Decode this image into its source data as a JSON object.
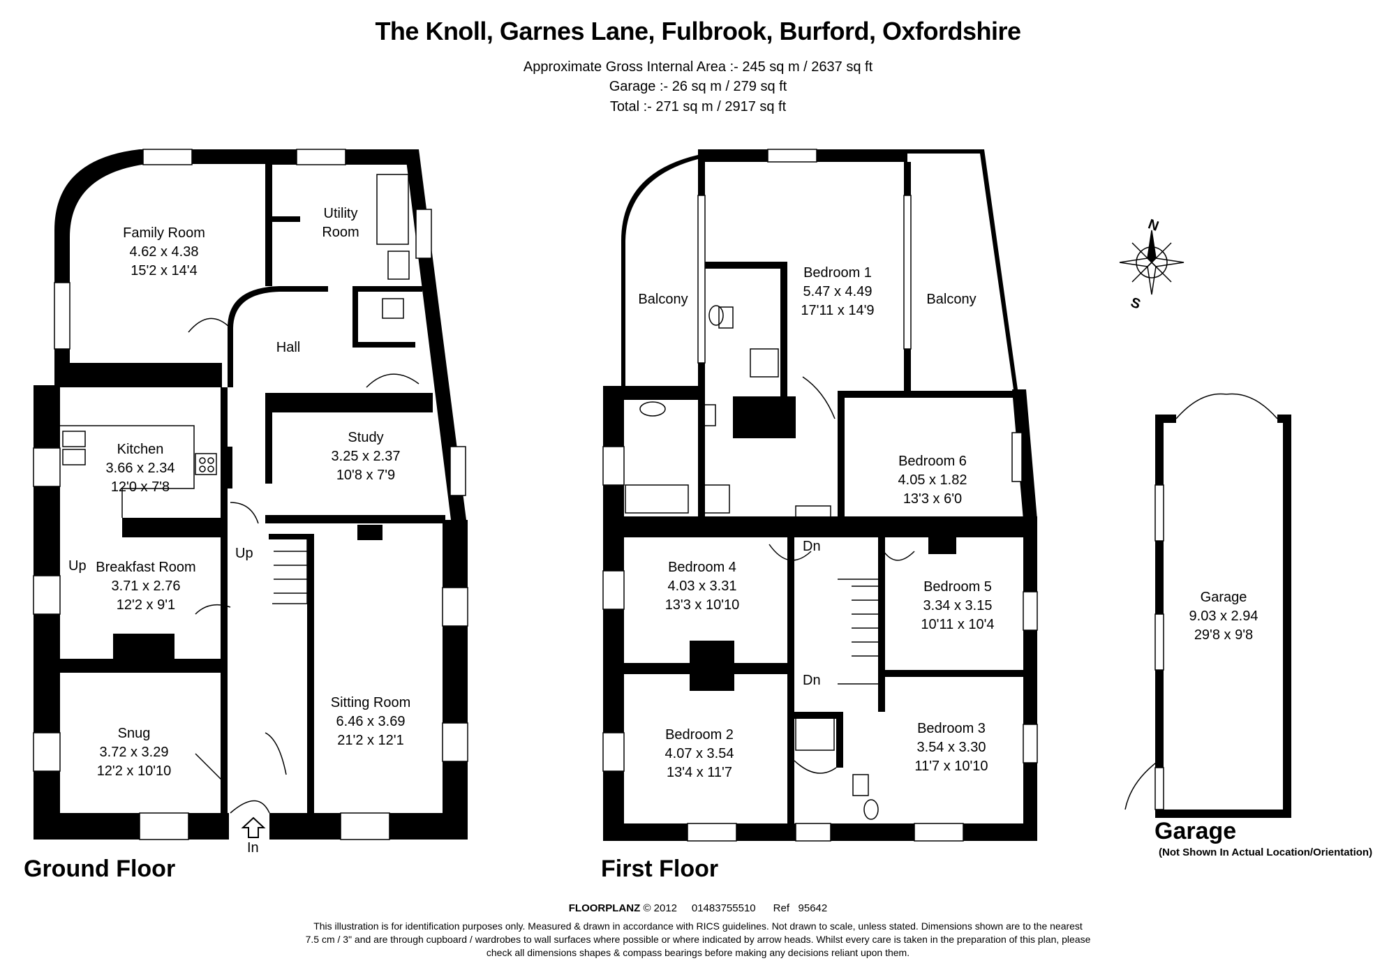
{
  "title": "The Knoll, Garnes Lane, Fulbrook, Burford, Oxfordshire",
  "area": {
    "line1": "Approximate Gross Internal Area  :-  245 sq m /  2637 sq ft",
    "line2": "Garage :- 26 sq m /  279 sq ft",
    "line3": "Total :- 271 sq m /  2917 sq ft"
  },
  "floors": {
    "ground": "Ground Floor",
    "first": "First Floor",
    "garage": "Garage",
    "garage_note": "(Not Shown In Actual Location/Orientation)"
  },
  "rooms": {
    "family": {
      "name": "Family Room",
      "metric": "4.62 x 4.38",
      "imperial": "15'2 x 14'4"
    },
    "utility": {
      "name": "Utility",
      "name2": "Room"
    },
    "hall": {
      "name": "Hall"
    },
    "kitchen": {
      "name": "Kitchen",
      "metric": "3.66 x 2.34",
      "imperial": "12'0 x 7'8"
    },
    "study": {
      "name": "Study",
      "metric": "3.25 x 2.37",
      "imperial": "10'8 x 7'9"
    },
    "breakfast": {
      "name": "Breakfast Room",
      "metric": "3.71 x 2.76",
      "imperial": "12'2 x 9'1"
    },
    "snug": {
      "name": "Snug",
      "metric": "3.72 x 3.29",
      "imperial": "12'2 x 10'10"
    },
    "sitting": {
      "name": "Sitting Room",
      "metric": "6.46 x 3.69",
      "imperial": "21'2 x 12'1"
    },
    "bed1": {
      "name": "Bedroom 1",
      "metric": "5.47 x 4.49",
      "imperial": "17'11 x 14'9"
    },
    "balcony_l": {
      "name": "Balcony"
    },
    "balcony_r": {
      "name": "Balcony"
    },
    "bed6": {
      "name": "Bedroom 6",
      "metric": "4.05 x 1.82",
      "imperial": "13'3 x 6'0"
    },
    "bed4": {
      "name": "Bedroom 4",
      "metric": "4.03 x 3.31",
      "imperial": "13'3 x 10'10"
    },
    "bed5": {
      "name": "Bedroom 5",
      "metric": "3.34 x 3.15",
      "imperial": "10'11 x 10'4"
    },
    "bed2": {
      "name": "Bedroom 2",
      "metric": "4.07 x 3.54",
      "imperial": "13'4 x 11'7"
    },
    "bed3": {
      "name": "Bedroom 3",
      "metric": "3.54 x 3.30",
      "imperial": "11'7 x 10'10"
    },
    "garage": {
      "name": "Garage",
      "metric": "9.03 x 2.94",
      "imperial": "29'8 x 9'8"
    }
  },
  "markers": {
    "up1": "Up",
    "up2": "Up",
    "in": "In",
    "dn1": "Dn",
    "dn2": "Dn",
    "compass_n": "N",
    "compass_s": "S"
  },
  "footer": {
    "brand": "FLOORPLANZ",
    "copyright": "© 2012",
    "phone": "01483755510",
    "ref_label": "Ref",
    "ref": "95642",
    "disclaimer1": "This illustration is for identification purposes only. Measured & drawn in accordance with RICS guidelines. Not drawn to scale, unless stated. Dimensions shown are to the nearest",
    "disclaimer2": "7.5 cm / 3\" and are through cupboard / wardrobes to wall surfaces where possible or where indicated by arrow heads. Whilst every care is taken in the preparation of this plan, please",
    "disclaimer3": "check all dimensions shapes & compass bearings before making any decisions reliant upon them."
  }
}
